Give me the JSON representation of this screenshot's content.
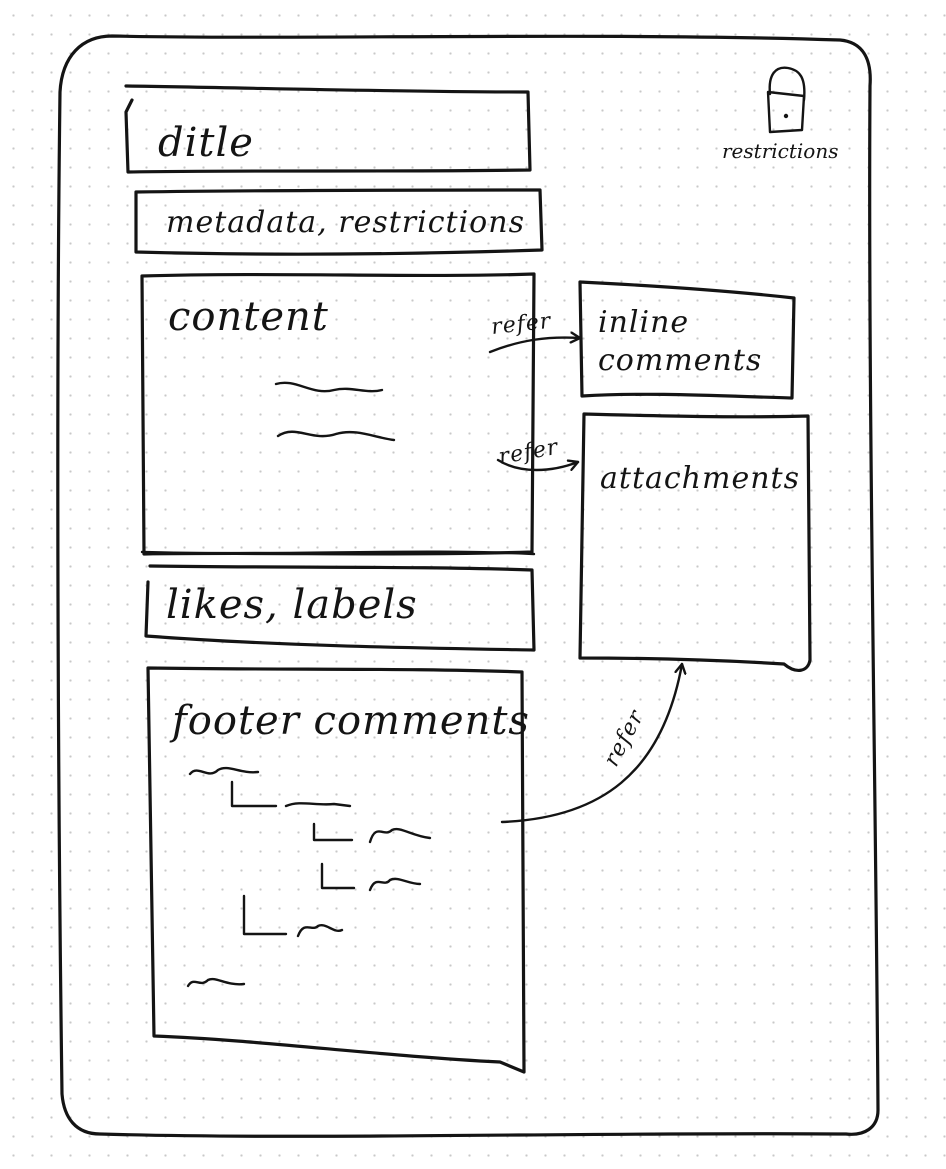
{
  "diagram": {
    "blocks": {
      "title": "ditle",
      "metadata": "metadata, restrictions",
      "content": "content",
      "likes_labels": "likes, labels",
      "footer_comments": "footer comments",
      "inline_comments": [
        "inline",
        "comments"
      ],
      "attachments": "attachments"
    },
    "restrictions_label": "restrictions",
    "arrows": [
      "refer",
      "refer",
      "refer"
    ],
    "icons": {
      "lock": "padlock-icon"
    }
  }
}
